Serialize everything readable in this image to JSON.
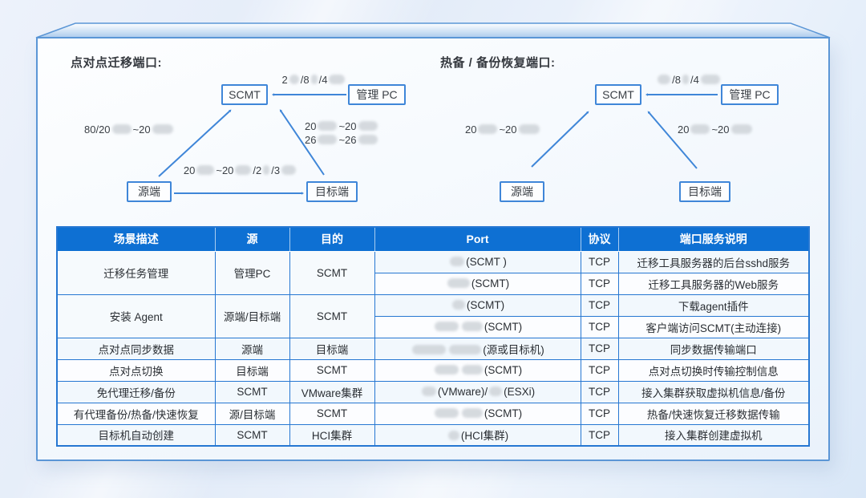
{
  "colors": {
    "accent_blue": "#3f86d8",
    "header_bg": "#0e70d3",
    "table_border": "#2677d2",
    "frame_border": "#5b96d6"
  },
  "diagrams": {
    "left": {
      "title": "点对点迁移端口:",
      "nodes": {
        "scmt": "SCMT",
        "mgmt_pc": "管理 PC",
        "source": "源端",
        "target": "目标端"
      },
      "labels": {
        "pc_to_scmt": [
          {
            "text": "2"
          },
          {
            "redact": 12
          },
          {
            "text": "/8"
          },
          {
            "redact": 8
          },
          {
            "text": "/4"
          },
          {
            "redact": 20
          }
        ],
        "source_to_scmt": [
          {
            "text": "80/20"
          },
          {
            "redact": 24
          },
          {
            "text": "~20"
          },
          {
            "redact": 26
          }
        ],
        "target_to_scmt_line1": [
          {
            "text": "20"
          },
          {
            "redact": 24
          },
          {
            "text": "~20"
          },
          {
            "redact": 24
          }
        ],
        "target_to_scmt_line2": [
          {
            "text": "26"
          },
          {
            "redact": 24
          },
          {
            "text": "~26"
          },
          {
            "redact": 24
          }
        ],
        "source_to_target": [
          {
            "text": "20"
          },
          {
            "redact": 22
          },
          {
            "text": "~20"
          },
          {
            "redact": 20
          },
          {
            "text": "/2"
          },
          {
            "redact": 8
          },
          {
            "text": "/3"
          },
          {
            "redact": 18
          }
        ]
      }
    },
    "right": {
      "title": "热备 / 备份恢复端口:",
      "nodes": {
        "scmt": "SCMT",
        "mgmt_pc": "管理 PC",
        "source": "源端",
        "target": "目标端"
      },
      "labels": {
        "pc_to_scmt": [
          {
            "redact": 16
          },
          {
            "text": "/8"
          },
          {
            "redact": 8
          },
          {
            "text": "/4"
          },
          {
            "redact": 24
          }
        ],
        "source_to_scmt": [
          {
            "text": "20"
          },
          {
            "redact": 24
          },
          {
            "text": "~20"
          },
          {
            "redact": 26
          }
        ],
        "target_to_scmt": [
          {
            "text": "20"
          },
          {
            "redact": 24
          },
          {
            "text": "~20"
          },
          {
            "redact": 26
          }
        ]
      }
    }
  },
  "table": {
    "headers": [
      "场景描述",
      "源",
      "目的",
      "Port",
      "协议",
      "端口服务说明"
    ],
    "rows": [
      {
        "scenario": "迁移任务管理",
        "source": "管理PC",
        "dest": "SCMT",
        "port": [
          {
            "redact": 18
          },
          {
            "text": "(SCMT )"
          }
        ],
        "protocol": "TCP",
        "desc": "迁移工具服务器的后台sshd服务"
      },
      {
        "port": [
          {
            "redact": 28
          },
          {
            "text": "(SCMT)"
          }
        ],
        "protocol": "TCP",
        "desc": "迁移工具服务器的Web服务"
      },
      {
        "scenario": "安装 Agent",
        "source": "源端/目标端",
        "dest": "SCMT",
        "port": [
          {
            "redact": 16
          },
          {
            "text": "(SCMT)"
          }
        ],
        "protocol": "TCP",
        "desc": "下载agent插件"
      },
      {
        "port": [
          {
            "redact": 30
          },
          {
            "redact": 26
          },
          {
            "text": "(SCMT)"
          }
        ],
        "protocol": "TCP",
        "desc": "客户端访问SCMT(主动连接)"
      },
      {
        "scenario": "点对点同步数据",
        "source": "源端",
        "dest": "目标端",
        "port": [
          {
            "redact": 42
          },
          {
            "redact": 40
          },
          {
            "text": "(源或目标机)"
          }
        ],
        "protocol": "TCP",
        "desc": "同步数据传输端口"
      },
      {
        "scenario": "点对点切换",
        "source": "目标端",
        "dest": "SCMT",
        "port": [
          {
            "redact": 30
          },
          {
            "redact": 26
          },
          {
            "text": "(SCMT)"
          }
        ],
        "protocol": "TCP",
        "desc": "点对点切换时传输控制信息"
      },
      {
        "scenario": "免代理迁移/备份",
        "source": "SCMT",
        "dest": "VMware集群",
        "port": [
          {
            "redact": 18
          },
          {
            "text": "(VMware)/"
          },
          {
            "redact": 16
          },
          {
            "text": "(ESXi)"
          }
        ],
        "protocol": "TCP",
        "desc": "接入集群获取虚拟机信息/备份"
      },
      {
        "scenario": "有代理备份/热备/快速恢复",
        "source": "源/目标端",
        "dest": "SCMT",
        "port": [
          {
            "redact": 30
          },
          {
            "redact": 26
          },
          {
            "text": "(SCMT)"
          }
        ],
        "protocol": "TCP",
        "desc": "热备/快速恢复迁移数据传输"
      },
      {
        "scenario": "目标机自动创建",
        "source": "SCMT",
        "dest": "HCI集群",
        "port": [
          {
            "redact": 14
          },
          {
            "text": "(HCI集群)"
          }
        ],
        "protocol": "TCP",
        "desc": "接入集群创建虚拟机"
      }
    ]
  }
}
